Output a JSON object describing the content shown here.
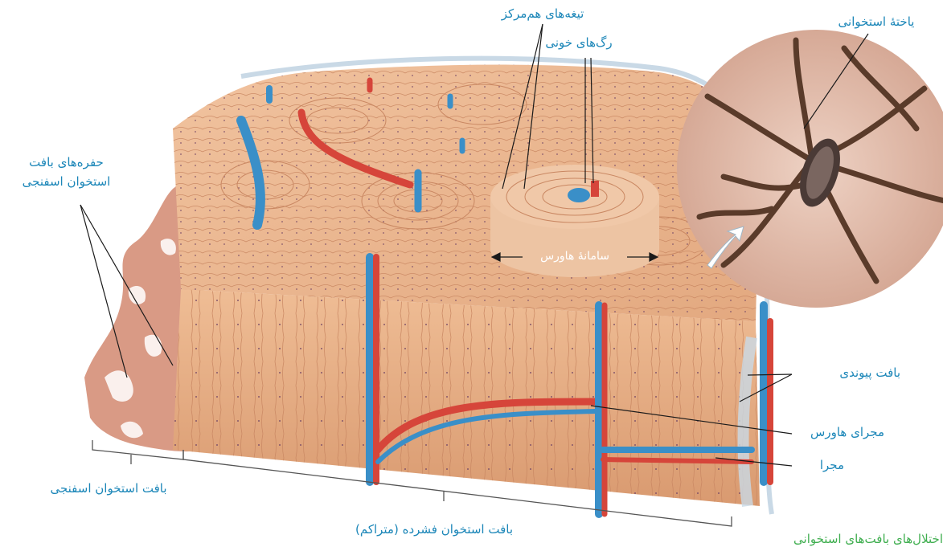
{
  "labels": {
    "concentric_lamellae": "تیغه‌های هم‌مرکز",
    "blood_vessels": "رگ‌های خونی",
    "bone_cell": "یاختهٔ استخوانی",
    "spongy_cavities": "حفره‌های بافت استخوان اسفنجی",
    "haversian_system": "سامانهٔ هاورس",
    "connective_tissue": "بافت پیوندی",
    "haversian_canal": "مجرای هاورس",
    "canal": "مجرا",
    "spongy_bone": "بافت استخوان اسفنجی",
    "compact_bone": "بافت استخوان فشرده (متراکم)"
  },
  "footer_text": "اختلال‌های بافت‌های استخوانی",
  "colors": {
    "label": "#1b86b8",
    "artery": "#d6453a",
    "vein": "#3a8fc8",
    "bone": "#e9b58f",
    "bone_dark": "#c98a63",
    "periosteum": "#c9d9e6",
    "cell_bg": "#e5c9bd",
    "cell_dark": "#5a3b2a"
  }
}
